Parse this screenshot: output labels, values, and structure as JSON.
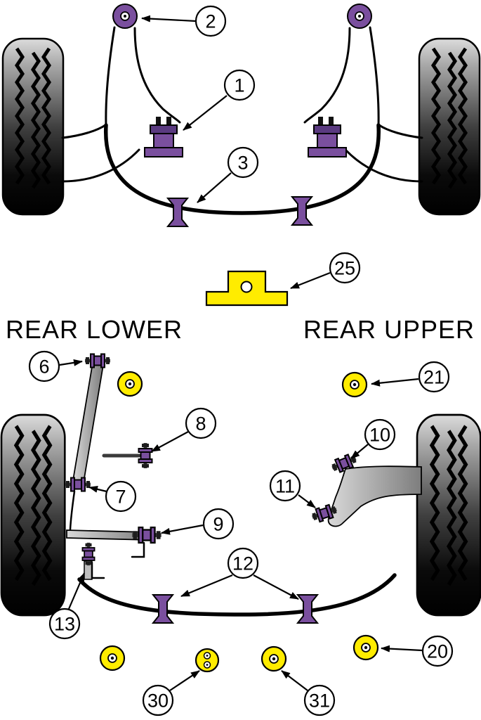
{
  "diagram": {
    "section_labels": {
      "rear_lower": "REAR LOWER",
      "rear_upper": "REAR UPPER"
    },
    "callouts": {
      "c1": "1",
      "c2": "2",
      "c3": "3",
      "c6": "6",
      "c7": "7",
      "c8": "8",
      "c9": "9",
      "c10": "10",
      "c11": "11",
      "c12": "12",
      "c13": "13",
      "c20": "20",
      "c21": "21",
      "c25": "25",
      "c30": "30",
      "c31": "31"
    },
    "colors": {
      "bushing_purple": "#7a4f9e",
      "bushing_purple_dark": "#5a3a80",
      "part_yellow": "#ffec00",
      "arm_gray_light": "#d9d9d9",
      "arm_gray_dark": "#7d7d7d"
    }
  }
}
